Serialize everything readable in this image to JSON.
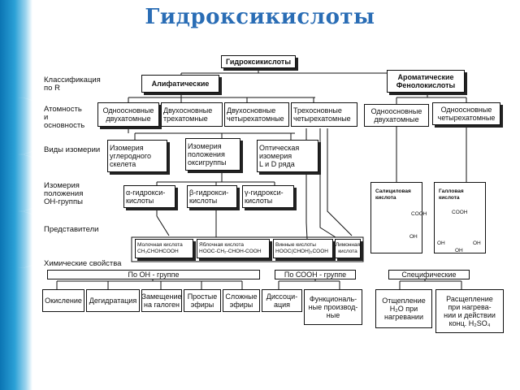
{
  "slide": {
    "title": "Гидроксикислоты"
  },
  "rows": {
    "classification": "Классификация\nпо R",
    "atomicity": "Атомность\n      и\nосновность",
    "isomerism": "Виды изомерии",
    "oh_isomerism": "Изомерия\nположения\nОН-группы",
    "representatives": "Представители",
    "chemical": "Химические свойства"
  },
  "nodes": {
    "root": "Гидроксикислоты",
    "aliphatic": "Алифатические",
    "aromatic": "Ароматические\nФенолокислоты",
    "mono_diatomic": "Одноосновные\nдвухатомные",
    "di_triatomic": "Двухосновные\nтрехатомные",
    "di_tetraatomic": "Двухосновные\nчетырехатомные",
    "tri_tetraatomic": "Трехосновные\nчетырехатомные",
    "ar_mono_diatomic": "Одноосновные\nдвухатомные",
    "ar_mono_tetraatomic": "Одноосновные\nчетырехатомные",
    "iso_skeleton": "Изомерия\nуглеродного\nскелета",
    "iso_position": "Изомерия\nположения\nоксигруппы",
    "iso_optical": "Оптическая\nизомерия\nL и D ряда",
    "alpha": "α-гидрокси-\nкислоты",
    "beta": "β-гидрокси-\nкислоты",
    "gamma": "γ-гидрокси-\nкислоты",
    "lactic": "Молочная кислота\nCH₃CHOHCOOH",
    "malic": "Яблочная кислота\nHOOC-CH₂-CHOH-COOH",
    "tartaric": "Винные кислоты\nHOOC(CHOH)₂COOH",
    "citric": "Лимонная\nкислота",
    "salicylic": "Салициловая\nкислота",
    "gallic": "Галловая\nкислота",
    "by_oh": "По ОН - группе",
    "by_cooh": "По СООН - группе",
    "specific": "Специфические",
    "oxidation": "Окисление",
    "dehydration": "Дегидратация",
    "halogen_sub": "Замещение\nна галоген",
    "simple_ethers": "Простые\nэфиры",
    "esters": "Сложные\nэфиры",
    "dissociation": "Диссоци-\nация",
    "functional_deriv": "Функциональ-\nные производ-\nные",
    "water_split": "Отщепление\nH₂O при\nнагревании",
    "cleavage": "Расщепление\nпри нагрева-\nнии и действии\nконц. H₂SO₄"
  },
  "structures": {
    "salicylic_cooh": "COOH",
    "salicylic_oh": "OH",
    "gallic_cooh": "COOH",
    "gallic_oh_left": "OH",
    "gallic_oh_mid": "OH",
    "gallic_oh_right": "OH"
  }
}
